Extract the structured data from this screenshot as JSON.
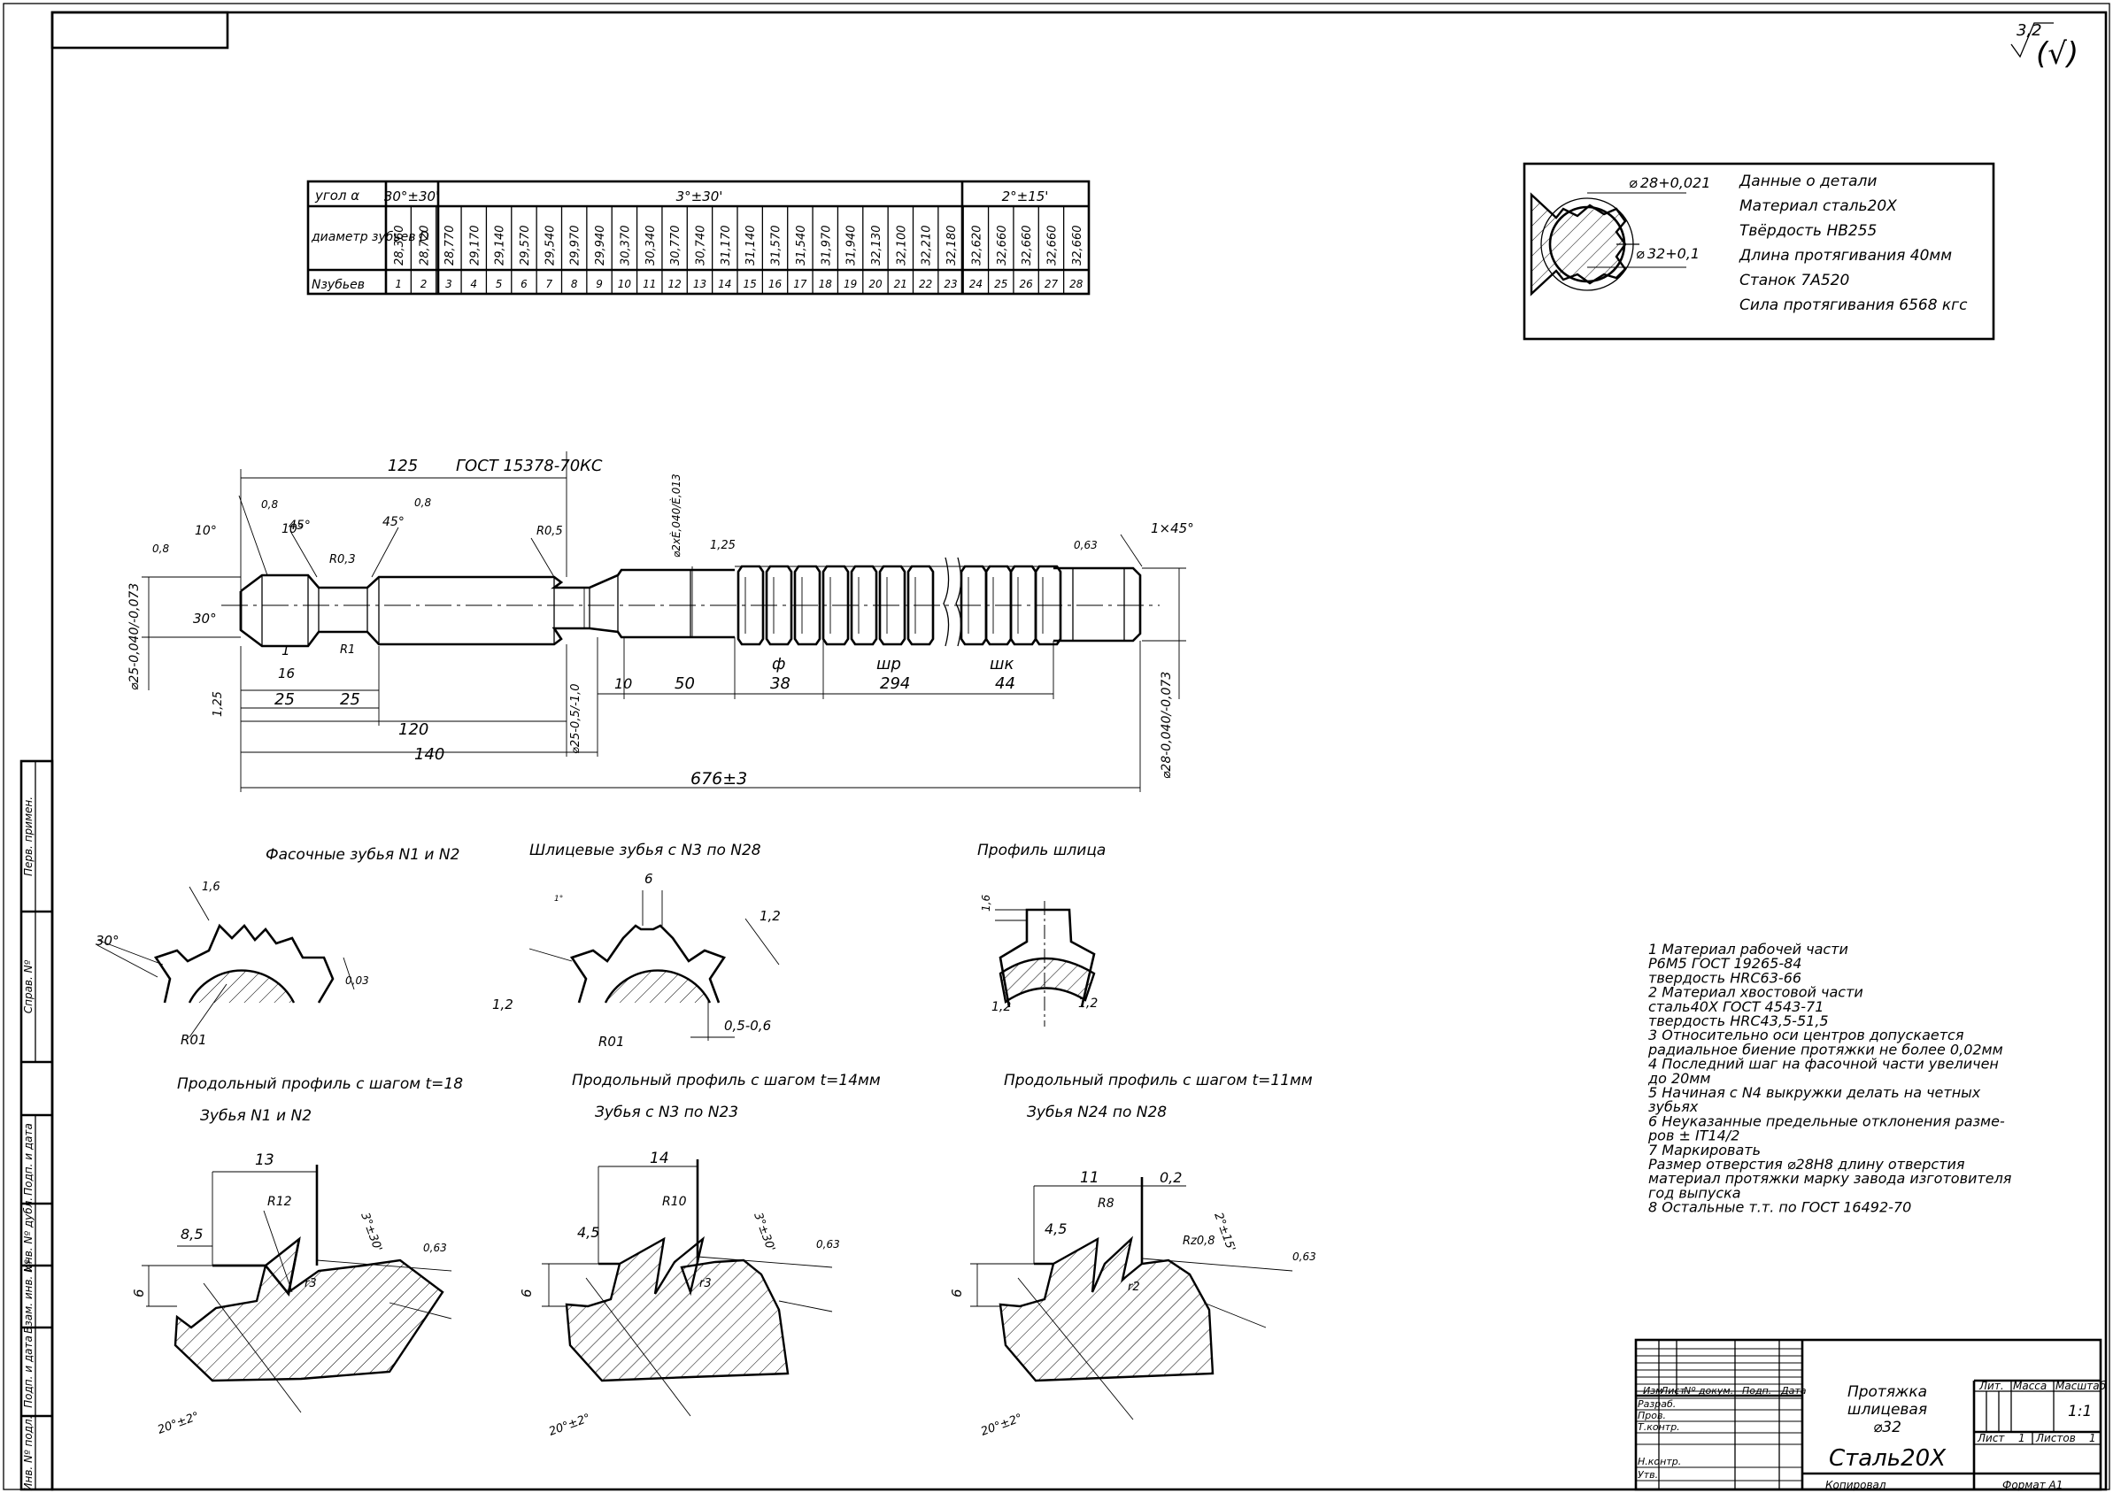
{
  "roughness": {
    "main": "3,2",
    "bracket": "(√)"
  },
  "teeth_table": {
    "row_labels": [
      "угол α",
      "диаметр зубьев D",
      "Nзубьев"
    ],
    "angle_groups": [
      "30°±30'",
      "3°±30'",
      "2°±15'"
    ],
    "diameters": [
      "28,360",
      "28,720",
      "28,770",
      "29,170",
      "29,140",
      "29,570",
      "29,540",
      "29,970",
      "29,940",
      "30,370",
      "30,340",
      "30,770",
      "30,740",
      "31,170",
      "31,140",
      "31,570",
      "31,540",
      "31,970",
      "31,940",
      "32,130",
      "32,100",
      "32,210",
      "32,180",
      "32,620",
      "32,660",
      "32,660",
      "32,660",
      "32,660"
    ],
    "numbers": [
      "1",
      "2",
      "3",
      "4",
      "5",
      "6",
      "7",
      "8",
      "9",
      "10",
      "11",
      "12",
      "13",
      "14",
      "15",
      "16",
      "17",
      "18",
      "19",
      "20",
      "21",
      "22",
      "23",
      "24",
      "25",
      "26",
      "27",
      "28"
    ]
  },
  "part_data": {
    "hole_dims": [
      "⌀ 28+0,021",
      "⌀ 32+0,1"
    ],
    "lines": [
      "Данные о детали",
      "Материал сталь20Х",
      "Твёрдость НВ255",
      "Длина протягивания 40мм",
      "Станок 7А520",
      "Сила протягивания 6568 кгс"
    ]
  },
  "broach": {
    "dims_top": [
      "125",
      "ГОСТ 15378-70КС",
      "0,8",
      "10°",
      "45°",
      "R0,3",
      "45°",
      "0,8",
      "R0,5",
      "⌀2хЀ,040/Ѐ,013",
      "1,25",
      "0,63",
      "1×45°"
    ],
    "dims_left": [
      "0,8",
      "10°",
      "30°",
      "⌀25-0,040/-0,073",
      "1,25"
    ],
    "dims_bottom": [
      "1",
      "16",
      "R1",
      "25",
      "25",
      "120",
      "140",
      "676±3",
      "10",
      "50",
      "ф",
      "38",
      "шр",
      "294",
      "шк",
      "44",
      "⌀25-0,5/-1,0"
    ],
    "dim_right": "⌀28-0,040/-0,073"
  },
  "tooth_views": [
    {
      "title": "Фасочные зубья N1 и N2",
      "dims": [
        "30°",
        "1,6",
        "0,03",
        "R01"
      ]
    },
    {
      "title": "Шлицевые зубья с N3 по N28",
      "dims": [
        "6",
        "1°",
        "1,2",
        "1,2",
        "0,5-0,6",
        "R01"
      ]
    },
    {
      "title": "Профиль шлица",
      "dims": [
        "1,6",
        "1,2",
        "1,2"
      ]
    }
  ],
  "profiles": [
    {
      "title": "Продольный профиль с шагом t=18",
      "sub": "Зубья N1 и N2",
      "pitch": "13",
      "offset": "8,5",
      "radius": "R12",
      "r_small": "r3",
      "angle": "3°±30'",
      "rough": "0,63",
      "depth": "6",
      "rake": "20°±2°"
    },
    {
      "title": "Продольный профиль с шагом t=14мм",
      "sub": "Зубья с N3 по N23",
      "pitch": "14",
      "offset": "4,5",
      "radius": "R10",
      "r_small": "r3",
      "angle": "3°±30'",
      "rough": "0,63",
      "depth": "6",
      "rake": "20°±2°"
    },
    {
      "title": "Продольный профиль с шагом t=11мм",
      "sub": "Зубья N24 по N28",
      "pitch": "11",
      "offset": "4,5",
      "radius": "R8",
      "r_small": "r2",
      "angle": "2°±15'",
      "rough": "0,63",
      "depth": "6",
      "rake": "20°±2°",
      "land": "0,2",
      "rz": "Rz0,8"
    }
  ],
  "notes": [
    "1 Материал рабочей части",
    "  Р6М5 ГОСТ 19265-84",
    "  твердость HRC63-66",
    "2 Материал хвостовой части",
    "  сталь40Х ГОСТ 4543-71",
    "  твердость HRC43,5-51,5",
    "3 Относительно оси центров допускается",
    "  радиальное биение протяжки не более 0,02мм",
    "4 Последний шаг на фасочной части увеличен",
    "  до 20мм",
    "5 Начиная с N4 выкружки делать на четных",
    "  зубьях",
    "6 Неуказанные предельные отклонения разме-",
    "  ров ± IT14/2",
    "7 Маркировать",
    "  Размер отверстия ⌀28H8 длину отверстия",
    "  материал протяжки марку завода изготовителя",
    "  год выпуска",
    "8 Остальные т.т. по ГОСТ 16492-70"
  ],
  "title_block": {
    "name_line1": "Протяжка",
    "name_line2": "шлицевая",
    "name_line3": "⌀32",
    "material": "Сталь20Х",
    "col_headers": [
      "Изм",
      "Лист",
      "Nº докум.",
      "Подп.",
      "Дата"
    ],
    "row_labels": [
      "Разраб.",
      "Пров.",
      "Т.контр.",
      "",
      "Н.контр.",
      "Утв."
    ],
    "lit_label": "Лит.",
    "mass_label": "Масса",
    "scale_label": "Масштаб",
    "scale_value": "1:1",
    "sheet_label": "Лист",
    "sheet_value": "1",
    "sheets_label": "Листов",
    "sheets_value": "1",
    "copied": "Копировал",
    "format": "Формат  A1"
  },
  "side_stamps": [
    "Перв. примен.",
    "Справ. Nº",
    "Подп. и дата",
    "Инв. Nº дубл.",
    "Взам. инв. Nº",
    "Подп. и дата",
    "Инв. Nº подл."
  ]
}
